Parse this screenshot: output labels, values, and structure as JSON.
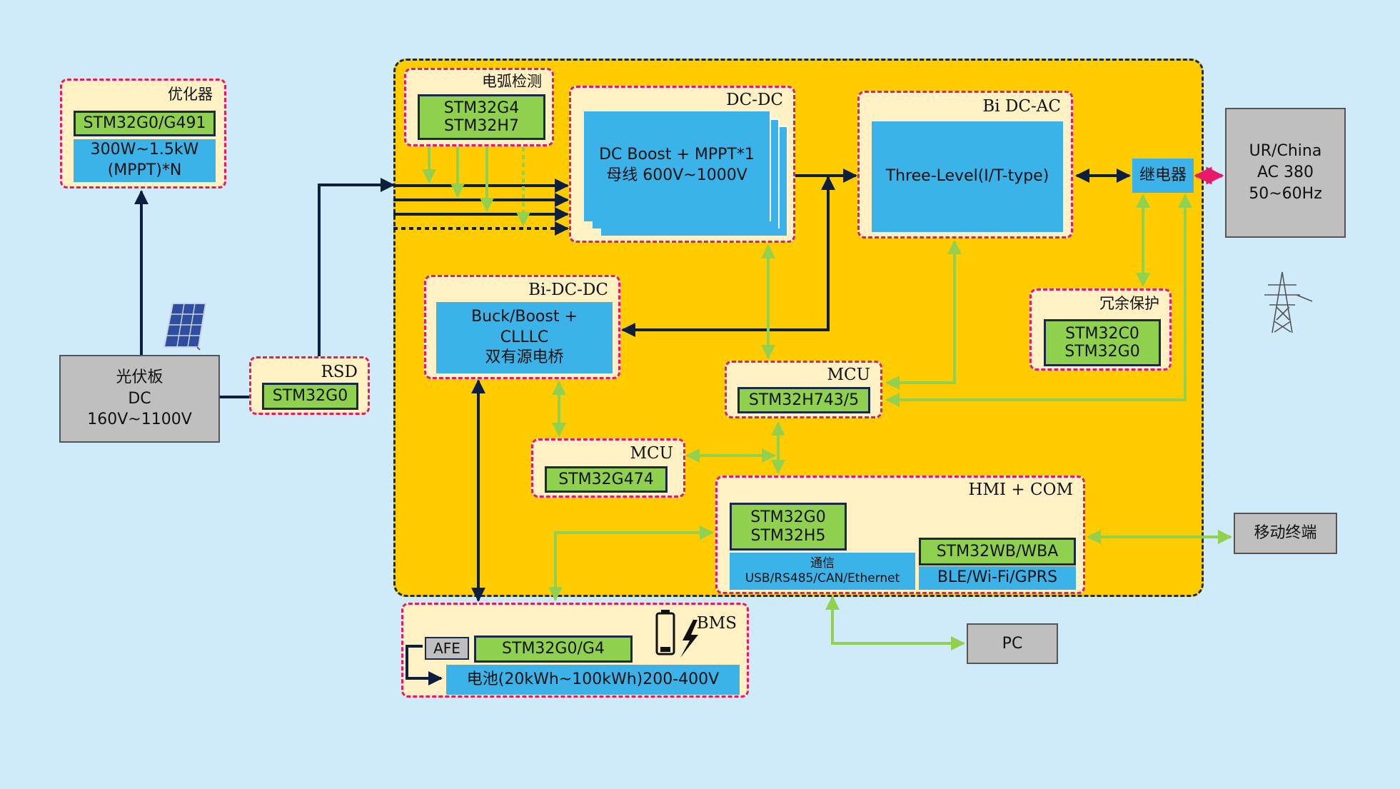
{
  "optimizer": {
    "title": "优化器",
    "chip": "STM32G0/G491",
    "spec_line1": "300W~1.5kW",
    "spec_line2": "(MPPT)*N"
  },
  "pv_panel": {
    "line1": "光伏板",
    "line2": "DC",
    "line3": "160V~1100V"
  },
  "rsd": {
    "title": "RSD",
    "chip": "STM32G0"
  },
  "arc_detect": {
    "title": "电弧检测",
    "chip_line1": "STM32G4",
    "chip_line2": "STM32H7"
  },
  "dcdc": {
    "title": "DC-DC",
    "line1": "DC Boost + MPPT*1",
    "line2": "母线 600V~1000V"
  },
  "bi_dcac": {
    "title": "Bi DC-AC",
    "text": "Three-Level(I/T-type)"
  },
  "relay": {
    "label": "继电器"
  },
  "grid": {
    "line1": "UR/China",
    "line2": "AC 380",
    "line3": "50~60Hz"
  },
  "bi_dcdc": {
    "title": "Bi-DC-DC",
    "line1": "Buck/Boost +",
    "line2": "CLLLC",
    "line3": "双有源电桥"
  },
  "mcu_main": {
    "title": "MCU",
    "chip": "STM32H743/5"
  },
  "redundancy": {
    "title": "冗余保护",
    "chip_line1": "STM32C0",
    "chip_line2": "STM32G0"
  },
  "mcu_aux": {
    "title": "MCU",
    "chip": "STM32G474"
  },
  "hmi": {
    "title": "HMI + COM",
    "chip_line1": "STM32G0",
    "chip_line2": "STM32H5",
    "comm_title": "通信",
    "comm_text": "USB/RS485/CAN/Ethernet",
    "wireless_chip": "STM32WB/WBA",
    "wireless_text": "BLE/Wi-Fi/GPRS"
  },
  "mobile": {
    "label": "移动终端"
  },
  "pc": {
    "label": "PC"
  },
  "bms": {
    "title": "BMS",
    "afe": "AFE",
    "chip": "STM32G0/G4",
    "battery": "电池(20kWh~100kWh)200-400V"
  },
  "colors": {
    "background": "#cfeaf8",
    "main_board": "#ffcc00",
    "dashed_border": "#e6196a",
    "chip_green": "#8fd14f",
    "block_blue": "#3bb3e8",
    "gray_box": "#bfbfbf",
    "navy_arrow": "#0d1f3f",
    "green_arrow": "#92d050",
    "pink_arrow": "#e6196a"
  },
  "icons": [
    "solar-panel-icon",
    "battery-icon",
    "lightning-icon",
    "power-tower-icon"
  ]
}
